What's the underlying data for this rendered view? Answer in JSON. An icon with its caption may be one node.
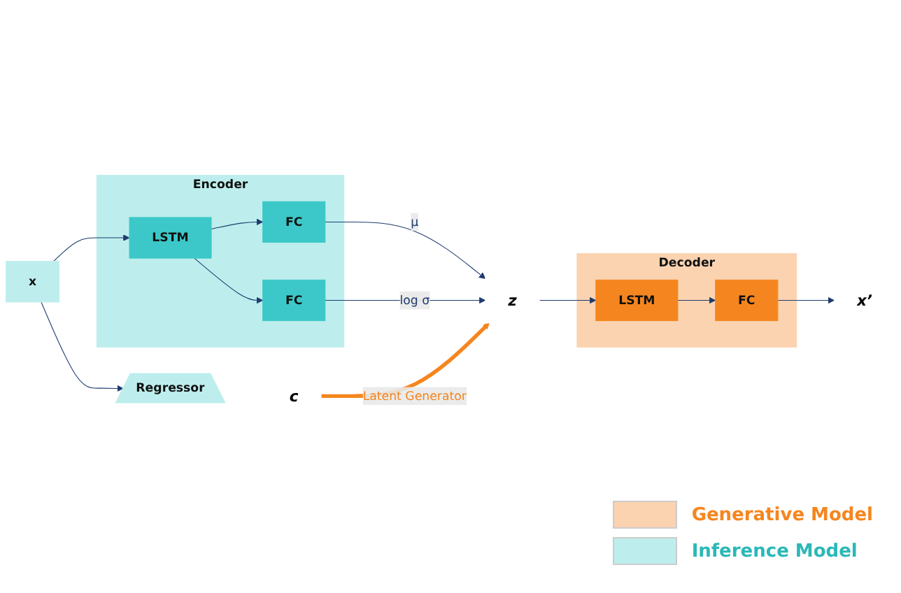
{
  "diagram": {
    "nodes": [
      {
        "text": [
          "x"
        ]
      },
      {
        "text": [
          "Encoder"
        ]
      },
      {
        "text": [
          "LSTM"
        ],
        "in": 1
      },
      {
        "text": [
          "FC"
        ],
        "in": 1
      },
      {
        "text": [
          "FC"
        ],
        "in": 1
      },
      {
        "text": [
          "z"
        ]
      },
      {
        "text": [
          "Decoder"
        ]
      },
      {
        "text": [
          "LSTM"
        ],
        "in": 6
      },
      {
        "text": [
          "FC"
        ],
        "in": 6
      },
      {
        "text": [
          "x’"
        ]
      },
      {
        "text": [
          "Regressor"
        ]
      },
      {
        "text": [
          "c"
        ]
      }
    ],
    "edges": [
      {
        "from": 0,
        "to": 2,
        "arrow": "to"
      },
      {
        "from": 0,
        "to": 10,
        "arrow": "to"
      },
      {
        "from": 2,
        "to": 3,
        "arrow": "to"
      },
      {
        "from": 2,
        "to": 4,
        "arrow": "to"
      },
      {
        "from": 3,
        "to": 5,
        "label": "μ",
        "arrow": "to"
      },
      {
        "from": 4,
        "to": 5,
        "label": "log σ",
        "arrow": "to"
      },
      {
        "from": 5,
        "to": 7,
        "arrow": "to"
      },
      {
        "from": 7,
        "to": 8,
        "arrow": "to"
      },
      {
        "from": 8,
        "to": 9,
        "arrow": "to"
      },
      {
        "from": 11,
        "to": 5,
        "label": "Latent Generator",
        "arrow": "to",
        "style": "thick",
        "color": "#f5861f"
      }
    ],
    "legend": [
      {
        "text": "Generative Model",
        "color": "#fbd3b0"
      },
      {
        "text": "Inference Model",
        "color": "#bdeeed"
      }
    ]
  }
}
